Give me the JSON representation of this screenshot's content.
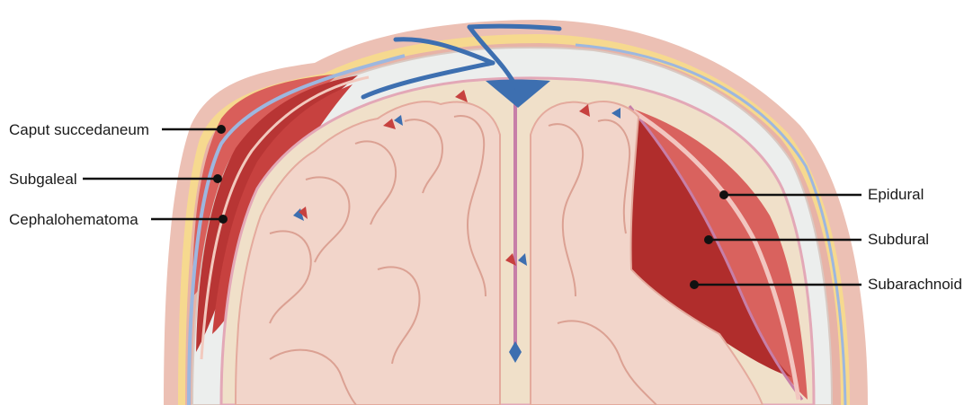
{
  "diagram": {
    "labels": {
      "caput": "Caput succedaneum",
      "subgaleal": "Subgaleal",
      "cephalohematoma": "Cephalohematoma",
      "epidural": "Epidural",
      "subdural": "Subdural",
      "subarachnoid": "Subarachnoid"
    },
    "colors": {
      "scalp": "#e8b9ad",
      "fat": "#f6d98f",
      "bone": "#eceeed",
      "brain": "#f1d2c6",
      "gyrus_outline": "#dfa89b",
      "blood_light": "#d95e5a",
      "blood_dark": "#b32e2d",
      "vein": "#3d6fb0",
      "membrane": "#c77fa8"
    }
  }
}
